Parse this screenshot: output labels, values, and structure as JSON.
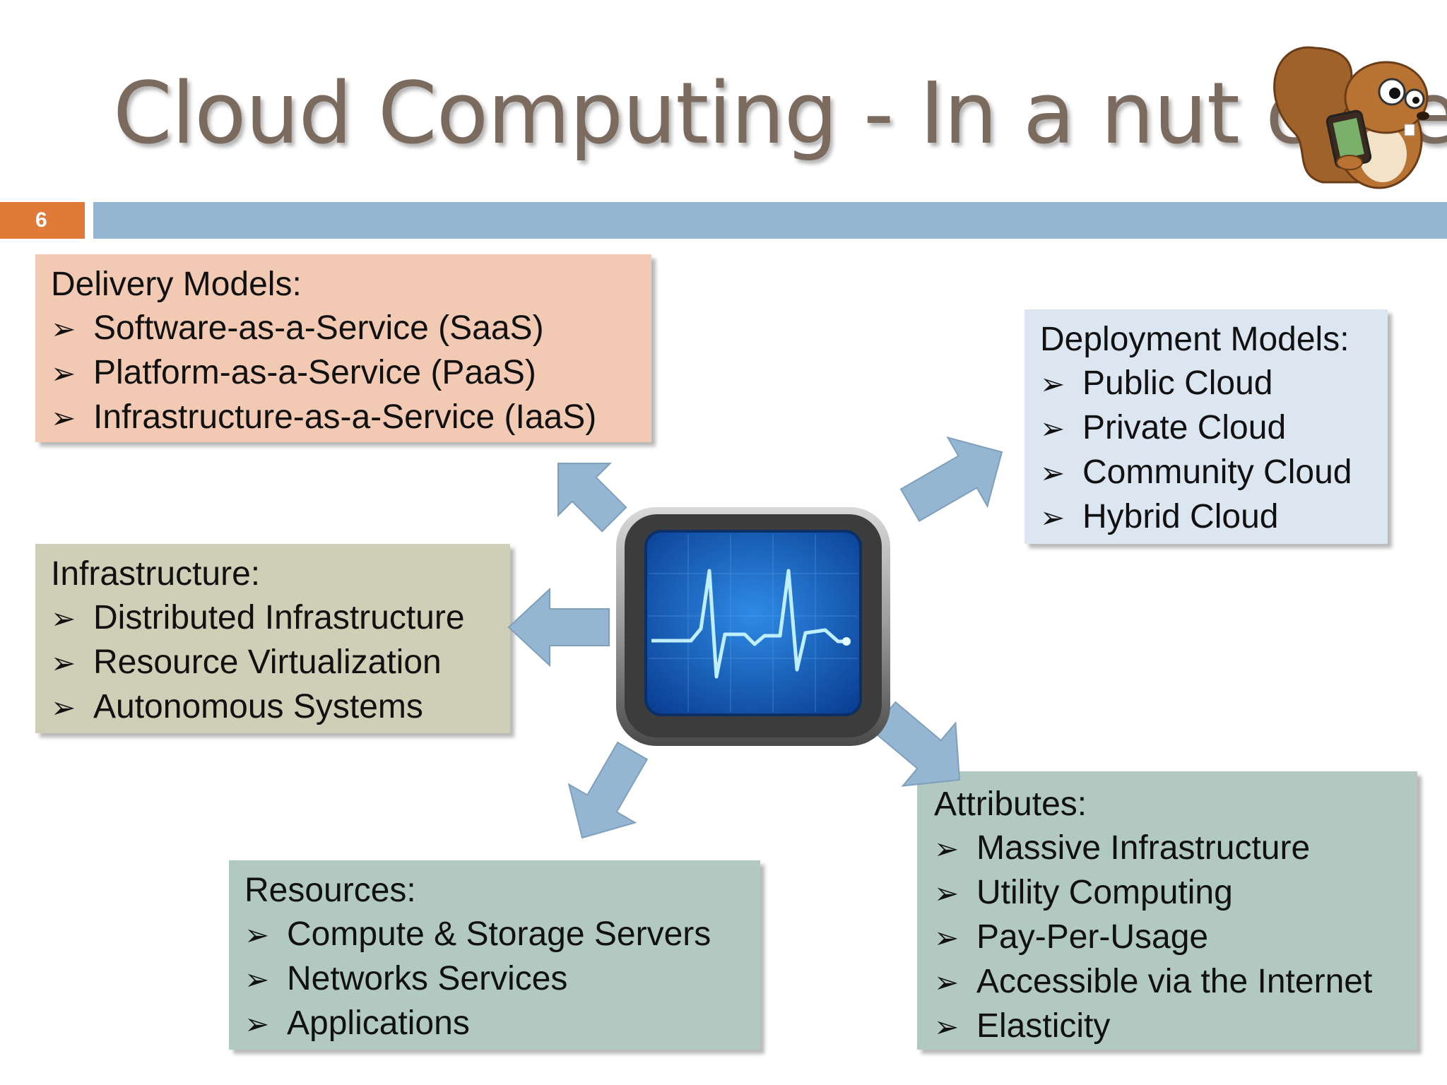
{
  "slide": {
    "title": "Cloud Computing - In a nut case",
    "number": "6"
  },
  "boxes": {
    "delivery": {
      "heading": "Delivery Models:",
      "items": [
        "Software-as-a-Service (SaaS)",
        "Platform-as-a-Service (PaaS)",
        "Infrastructure-as-a-Service (IaaS)"
      ]
    },
    "deployment": {
      "heading": "Deployment Models:",
      "items": [
        "Public Cloud",
        "Private Cloud",
        "Community Cloud",
        "Hybrid Cloud"
      ]
    },
    "infrastructure": {
      "heading": "Infrastructure:",
      "items": [
        "Distributed Infrastructure",
        "Resource Virtualization",
        "Autonomous Systems"
      ]
    },
    "resources": {
      "heading": "Resources:",
      "items": [
        "Compute & Storage Servers",
        "Networks Services",
        "Applications"
      ]
    },
    "attributes": {
      "heading": "Attributes:",
      "items": [
        "Massive Infrastructure",
        "Utility Computing",
        "Pay-Per-Usage",
        "Accessible via the Internet",
        "Elasticity"
      ]
    }
  },
  "bullet_glyph": "➢",
  "icons": {
    "center": "monitor-heartbeat-icon",
    "mascot": "squirrel-icon",
    "arrows": "block-arrow"
  },
  "colors": {
    "title": "#7b6a5e",
    "slide_number_bg": "#e07a38",
    "rule_bar": "#94b6d2",
    "arrow_fill": "#94b6d2",
    "delivery_bg": "#f2c9b3",
    "deployment_bg": "#dce6f0",
    "infrastructure_bg": "#cfcfb8",
    "resources_bg": "#b2c9c2",
    "attributes_bg": "#b2c9c2"
  }
}
